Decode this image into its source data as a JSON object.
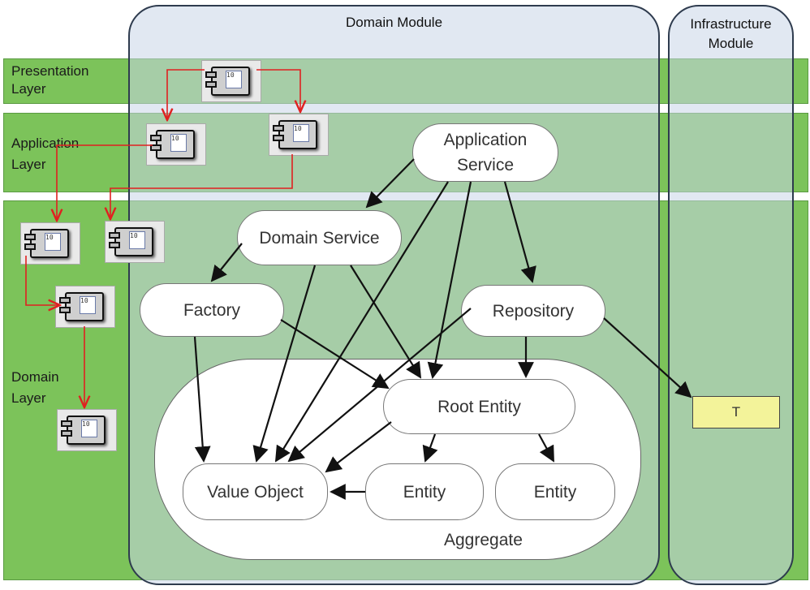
{
  "modules": {
    "domain": "Domain Module",
    "infrastructure_line1": "Infrastructure",
    "infrastructure_line2": "Module"
  },
  "layers": {
    "presentation": [
      "Presentation",
      "Layer"
    ],
    "application": [
      "Application",
      "Layer"
    ],
    "domain": [
      "Domain",
      "Layer"
    ]
  },
  "nodes": {
    "application_service": [
      "Application",
      "Service"
    ],
    "domain_service": "Domain Service",
    "factory": "Factory",
    "repository": "Repository",
    "root_entity": "Root Entity",
    "value_object": "Value Object",
    "entity_1": "Entity",
    "entity_2": "Entity",
    "aggregate": "Aggregate",
    "t_box": "T"
  },
  "component_icon": {
    "label": "10"
  },
  "colors": {
    "layer_green": "#7cc35a",
    "module_blue": "#c8d6e8",
    "arrow_red": "#e02020",
    "arrow_black": "#111111",
    "t_box_yellow": "#f3f39a"
  }
}
